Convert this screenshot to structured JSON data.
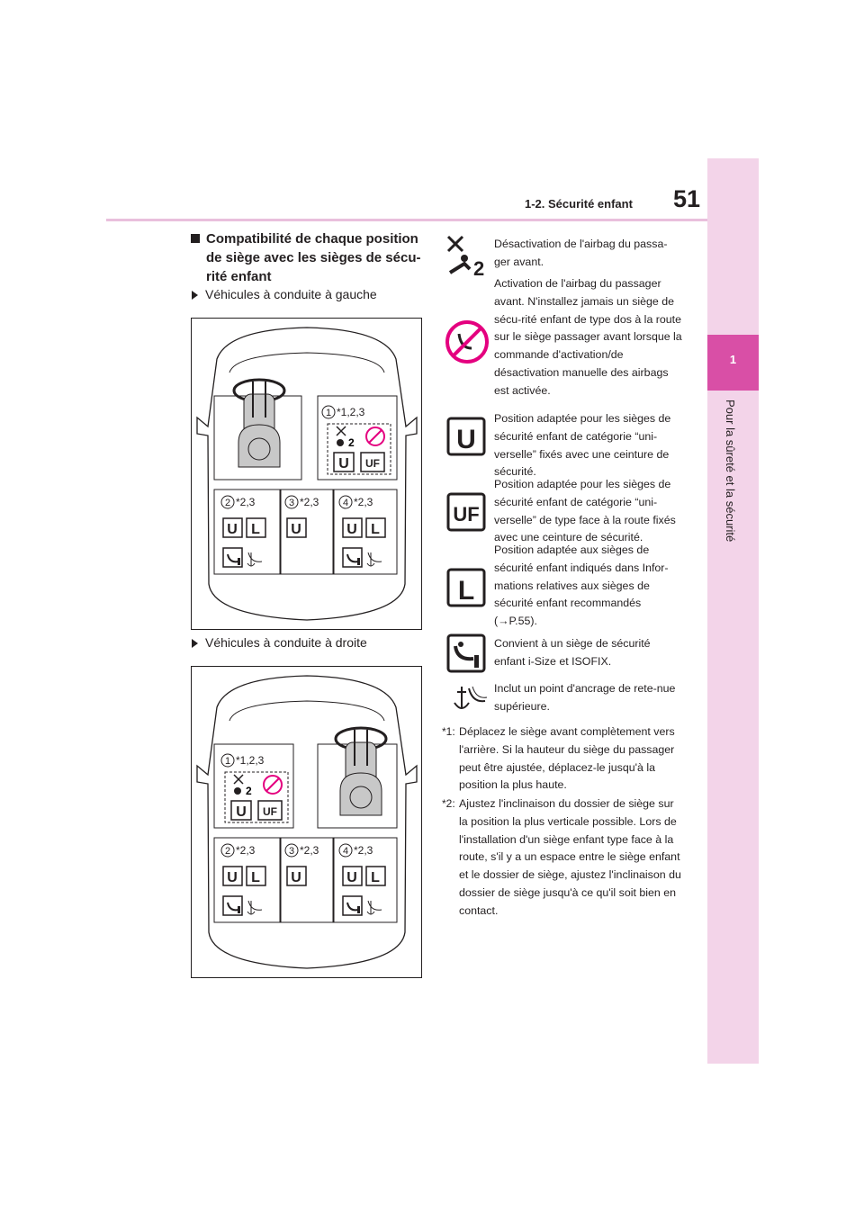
{
  "header": {
    "page_number": "51",
    "section": "1-2. Sécurité enfant"
  },
  "side_tab": {
    "chapter_number": "1",
    "chapter_title": "Pour la sûreté et la sécurité"
  },
  "main": {
    "heading": "Compatibilité de chaque position de siège avec les sièges de sécu-rité enfant",
    "lhd_label": "Véhicules à conduite à gauche",
    "rhd_label": "Véhicules à conduite à droite",
    "seat_labels": {
      "front_passenger": "*1,2,3",
      "rear": "*2,3"
    },
    "seat_numbers": [
      "1",
      "2",
      "3",
      "4"
    ],
    "icon_letters": {
      "u": "U",
      "uf": "UF",
      "l": "L",
      "two": "2"
    }
  },
  "legend": [
    {
      "icon": "airbag-deactivated-icon",
      "text": "Désactivation de l'airbag du passa-ger avant."
    },
    {
      "icon": "airbag-activated-no-rear-facing-icon",
      "text": "Activation de l'airbag du passager avant. N'installez jamais un siège de sécu-rité enfant de type dos à la route sur le siège passager avant lorsque la commande d'activation/de désactivation manuelle des airbags est activée."
    },
    {
      "icon": "u-icon",
      "text": "Position adaptée pour les sièges de sécurité enfant de catégorie “uni-verselle” fixés avec une ceinture de sécurité."
    },
    {
      "icon": "uf-icon",
      "text": "Position adaptée pour les sièges de sécurité enfant de catégorie “uni-verselle” de type face à la route fixés avec une ceinture de sécurité."
    },
    {
      "icon": "l-icon",
      "text": "Position adaptée aux sièges de sécurité enfant indiqués dans Infor-mations relatives aux sièges de sécurité enfant recommandés (→P.55)."
    },
    {
      "icon": "isize-isofix-icon",
      "text": "Convient à un siège de sécurité enfant i-Size et ISOFIX."
    },
    {
      "icon": "top-tether-icon",
      "text": "Inclut un point d'ancrage de rete-nue supérieure."
    }
  ],
  "footnotes": [
    {
      "mark": "*1:",
      "text": "Déplacez le siège avant complètement vers l'arrière. Si la hauteur du siège du passager peut être ajustée, déplacez-le jusqu'à la position la plus haute."
    },
    {
      "mark": "*2:",
      "text": "Ajustez l'inclinaison du dossier de siège sur la position la plus verticale possible. Lors de l'installation d'un siège enfant type face à la route, s'il y a un espace entre le siège enfant et le dossier de siège, ajustez l'inclinaison du dossier de siège jusqu'à ce qu'il soit bien en contact."
    }
  ],
  "colors": {
    "accent": "#d94fa6",
    "tab_bg": "#f3d4e9",
    "rule": "#e9bfdc",
    "prohibit": "#e4007f"
  }
}
